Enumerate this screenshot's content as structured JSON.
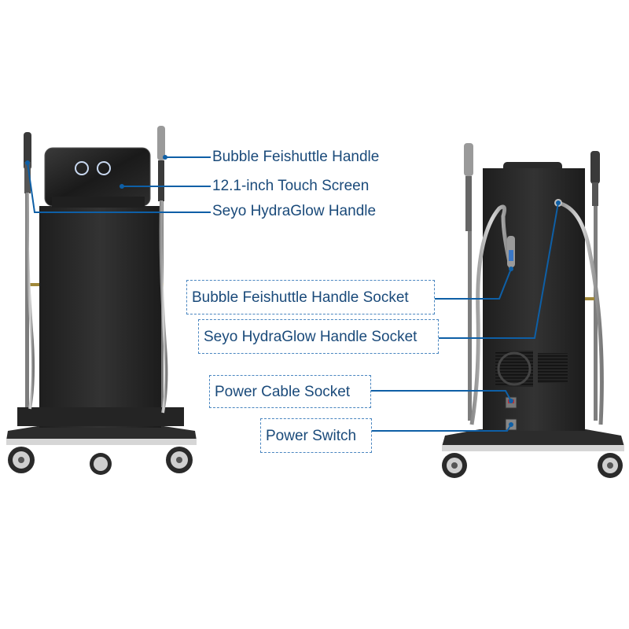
{
  "front_labels": {
    "bubble_handle": "Bubble Feishuttle Handle",
    "touch_screen": "12.1-inch Touch Screen",
    "hydraglow_handle": "Seyo HydraGlow Handle"
  },
  "back_labels": {
    "bubble_socket": "Bubble Feishuttle Handle Socket",
    "hydraglow_socket": "Seyo HydraGlow Handle Socket",
    "power_cable_socket": "Power Cable Socket",
    "power_switch": "Power Switch"
  },
  "colors": {
    "callout_line": "#0e5fa6",
    "label_text": "#1a4a7a",
    "cabinet": "#2b2b2b",
    "frame": "#2a2a2a"
  }
}
